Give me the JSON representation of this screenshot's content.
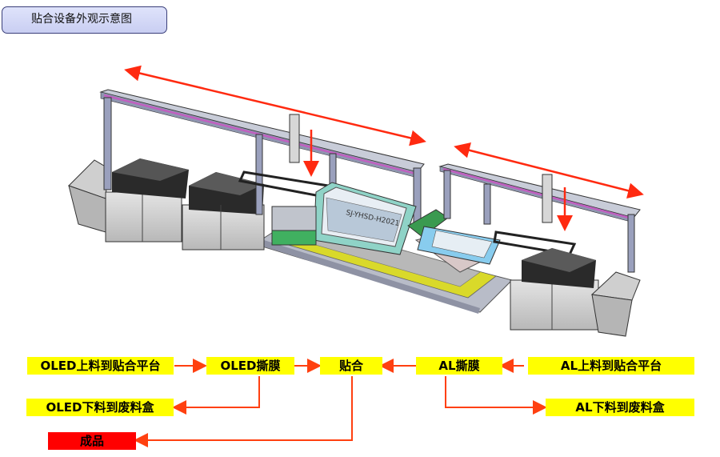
{
  "title": "贴合设备外观示意图",
  "figure": {
    "label": "SJ-YHSD-H2021"
  },
  "flow": {
    "oled_load": "OLED上料到贴合平台",
    "oled_peel": "OLED撕膜",
    "bonding": "贴合",
    "al_peel": "AL撕膜",
    "al_load": "AL上料到贴合平台",
    "oled_unload": "OLED下料到废料盒",
    "al_unload": "AL下料到废料盒",
    "product": "成品"
  },
  "colors": {
    "flow_box": "#ffff00",
    "product_box": "#ff0000",
    "arrow": "#ff4010",
    "rail_stripe": "#c080c0",
    "frame": "#8a93b8"
  }
}
